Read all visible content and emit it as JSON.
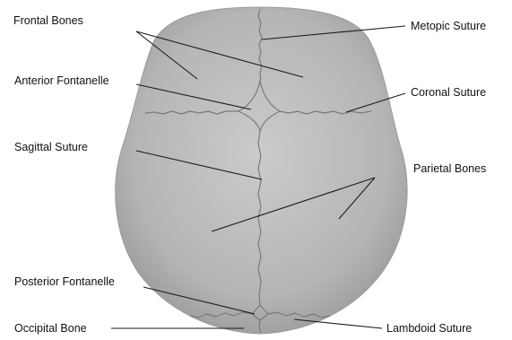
{
  "colors": {
    "skull_light": "#c9c9c9",
    "skull_mid": "#b3b3b3",
    "skull_dark": "#9a9a9a",
    "suture": "#7a7a7a",
    "leader": "#1a1a1a",
    "label": "#111111",
    "background": "#ffffff"
  },
  "labels": {
    "frontal_bones": "Frontal Bones",
    "metopic_suture": "Metopic Suture",
    "anterior_fontanelle": "Anterior Fontanelle",
    "coronal_suture": "Coronal Suture",
    "sagittal_suture": "Sagittal Suture",
    "parietal_bones": "Parietal Bones",
    "posterior_fontanelle": "Posterior Fontanelle",
    "occipital_bone": "Occipital Bone",
    "lambdoid_suture": "Lambdoid Suture"
  }
}
